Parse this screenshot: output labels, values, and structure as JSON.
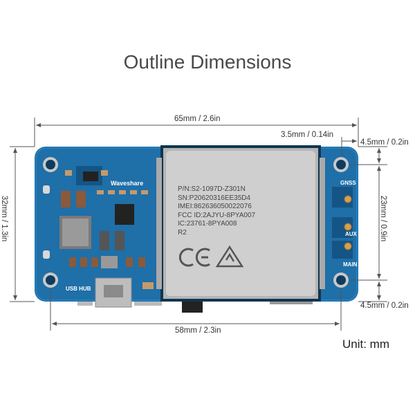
{
  "title": "Outline Dimensions",
  "unit_label": "Unit: mm",
  "dimensions": {
    "total_width": "65mm / 2.6in",
    "hole_spacing_width": "58mm / 2.3in",
    "hole_offset_top": "3.5mm / 0.14in",
    "edge_offset_top": "4.5mm / 0.2in",
    "edge_offset_bottom": "4.5mm / 0.2in",
    "board_height": "32mm / 1.3in",
    "hole_spacing_height": "23mm / 0.9in"
  },
  "module_label": {
    "pn": "P/N:S2-1097D-Z301N",
    "sn": "SN:P20620316EE35D4",
    "imei": "IMEI:862636050022076",
    "fcc": "FCC ID:2AJYU-8PYA007",
    "ic": "IC:23761-8PYA008",
    "rev": "R2",
    "ce": "CE"
  },
  "silkscreen": {
    "brand": "Waveshare",
    "usb_hub": "USB HUB",
    "gnss": "GNSS",
    "aux": "AUX",
    "main": "MAIN"
  },
  "colors": {
    "pcb": "#1f6fa8",
    "pcb_dark": "#155585",
    "module": "#c9c9c9"
  }
}
